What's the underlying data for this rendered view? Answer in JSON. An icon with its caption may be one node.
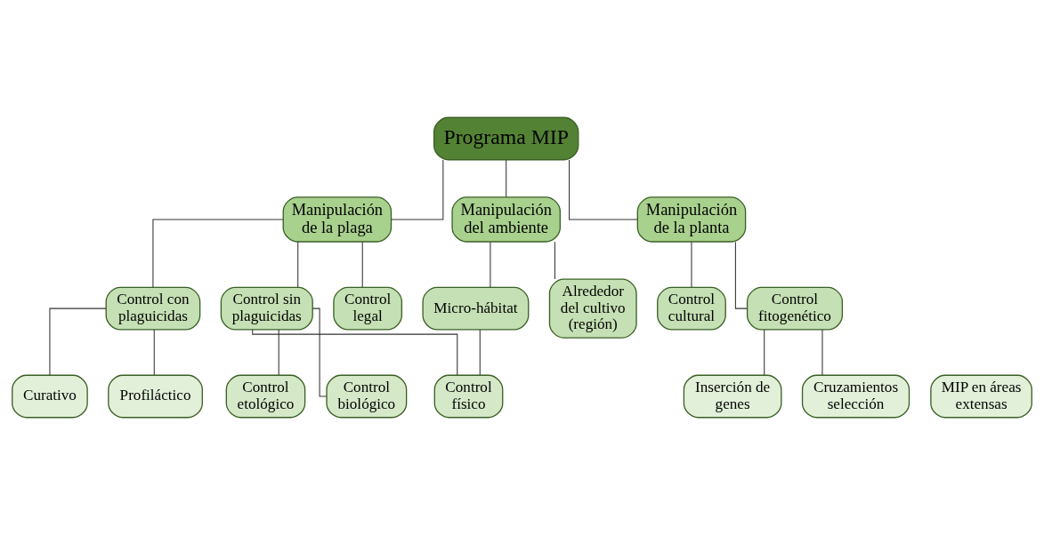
{
  "diagram": {
    "nodes": [
      {
        "text": [
          "Programa MIP"
        ]
      },
      {
        "text": [
          "Manipulación de la plaga"
        ]
      },
      {
        "text": [
          "Manipulación de la planta"
        ]
      },
      {
        "text": [
          "Manipulación del ambiente"
        ]
      },
      {
        "text": [
          "Control legal"
        ]
      },
      {
        "text": [
          "Control con plaguicidas"
        ]
      },
      {
        "text": [
          "Control sin plaguicidas"
        ]
      },
      {
        "text": [
          "Control cultural"
        ]
      },
      {
        "text": [
          "Control fitogenético"
        ]
      },
      {
        "text": [
          "Micro-hábitat"
        ]
      },
      {
        "text": [
          "Alrededor del cultivo (región)"
        ]
      },
      {
        "text": [
          "Control biológico"
        ]
      },
      {
        "text": [
          "Control etológico"
        ]
      },
      {
        "text": [
          "Control físico"
        ]
      },
      {
        "text": [
          "Profiláctico"
        ]
      },
      {
        "text": [
          "Curativo"
        ]
      },
      {
        "text": [
          "Cruzamientos selección"
        ]
      },
      {
        "text": [
          "Inserción de genes"
        ]
      },
      {
        "text": [
          "MIP en áreas extensas"
        ]
      }
    ],
    "edges": [
      {
        "from": 0,
        "to": 1,
        "arrow": "none"
      },
      {
        "from": 0,
        "to": 2,
        "arrow": "none"
      },
      {
        "from": 0,
        "to": 3,
        "arrow": "none"
      },
      {
        "from": 1,
        "to": 4,
        "arrow": "none"
      },
      {
        "from": 1,
        "to": 5,
        "arrow": "none"
      },
      {
        "from": 1,
        "to": 6,
        "arrow": "none"
      },
      {
        "from": 2,
        "to": 7,
        "arrow": "none"
      },
      {
        "from": 2,
        "to": 8,
        "arrow": "none"
      },
      {
        "from": 3,
        "to": 9,
        "arrow": "none"
      },
      {
        "from": 3,
        "to": 10,
        "arrow": "none"
      },
      {
        "from": 6,
        "to": 11,
        "arrow": "none"
      },
      {
        "from": 6,
        "to": 12,
        "arrow": "none"
      },
      {
        "from": 6,
        "to": 13,
        "arrow": "none"
      },
      {
        "from": 9,
        "to": 13,
        "arrow": "none"
      },
      {
        "from": 5,
        "to": 14,
        "arrow": "none"
      },
      {
        "from": 5,
        "to": 15,
        "arrow": "none"
      },
      {
        "from": 8,
        "to": 16,
        "arrow": "none"
      },
      {
        "from": 8,
        "to": 17,
        "arrow": "none"
      }
    ]
  }
}
